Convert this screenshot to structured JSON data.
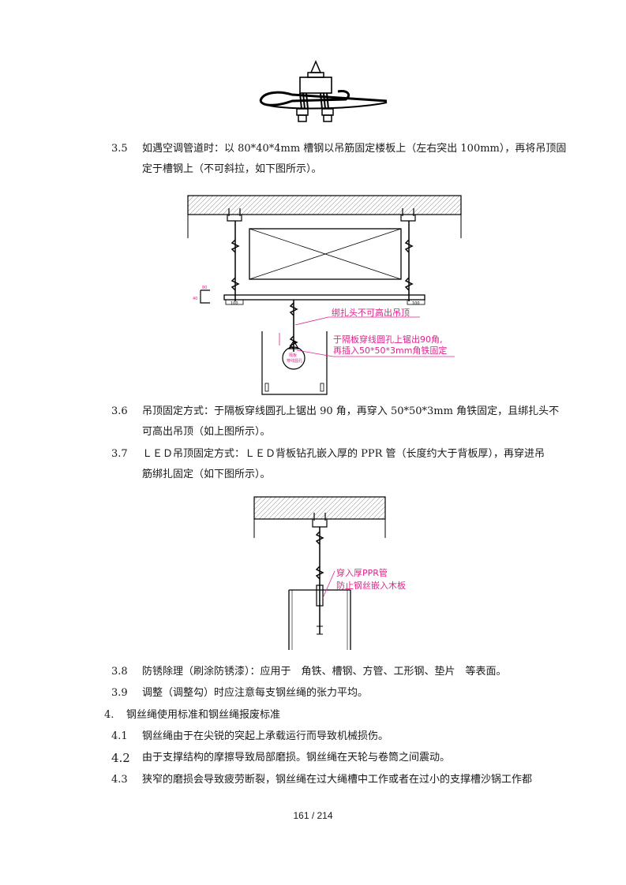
{
  "sections": [
    {
      "num": "3.5",
      "lines": [
        "如遇空调管道时：以 80*40*4mm 槽钢以吊筋固定楼板上（左右突出 100mm），再将吊顶固",
        "定于槽钢上（不可斜拉，如下图所示）。"
      ]
    },
    {
      "num": "3.6",
      "lines": [
        "吊顶固定方式：于隔板穿线圆孔上锯出 90 角，再穿入 50*50*3mm 角铁固定，且绑扎头不",
        "可高出吊顶（如上图所示）。"
      ]
    },
    {
      "num": "3.7",
      "lines": [
        "ＬＥＤ吊顶固定方式：ＬＥＤ背板钻孔嵌入厚的 PPR 管（长度约大于背板厚），再穿进吊",
        "筋绑扎固定（如下图所示）。"
      ]
    },
    {
      "num": "3.8",
      "lines": [
        "防锈除理（刷涂防锈漆）：应用于　角铁、槽钢、方管、工形钢、垫片　等表面。"
      ]
    },
    {
      "num": "3.9",
      "lines": [
        "调整（调整勾）时应注意每支钢丝绳的张力平均。"
      ]
    },
    {
      "num": "4.",
      "lines": [
        "钢丝绳使用标准和钢丝绳报废标准"
      ]
    },
    {
      "num": "4.1",
      "lines": [
        "钢丝绳由于在尖锐的突起上承载运行而导致机械损伤。"
      ]
    },
    {
      "num": "4.2",
      "lines": [
        "由于支撑结构的摩擦导致局部磨损。钢丝绳在天轮与卷筒之间震动。"
      ]
    },
    {
      "num": "4.3",
      "lines": [
        "狭窄的磨损会导致疲劳断裂，钢丝绳在过大绳槽中工作或者在过小的支撑槽沙锅工作都"
      ]
    }
  ],
  "diagram1": {
    "note1": "绑扎头不可高出吊顶",
    "note2_line1": "于隔板穿线圆孔上锯出90角,",
    "note2_line2": "再插入50*50*3mm角铁固定",
    "dim_left": "100",
    "dim_right": "100",
    "small_dim": "40",
    "small_dim2": "80",
    "hole_label1": "隔板",
    "hole_label2": "穿线圆孔"
  },
  "diagram2": {
    "note_line1": "穿入厚PPR管",
    "note_line2": "防止钢丝嵌入木板"
  },
  "colors": {
    "annotation": "#e0208c",
    "text": "#1a1a1a"
  },
  "page": "161 / 214"
}
